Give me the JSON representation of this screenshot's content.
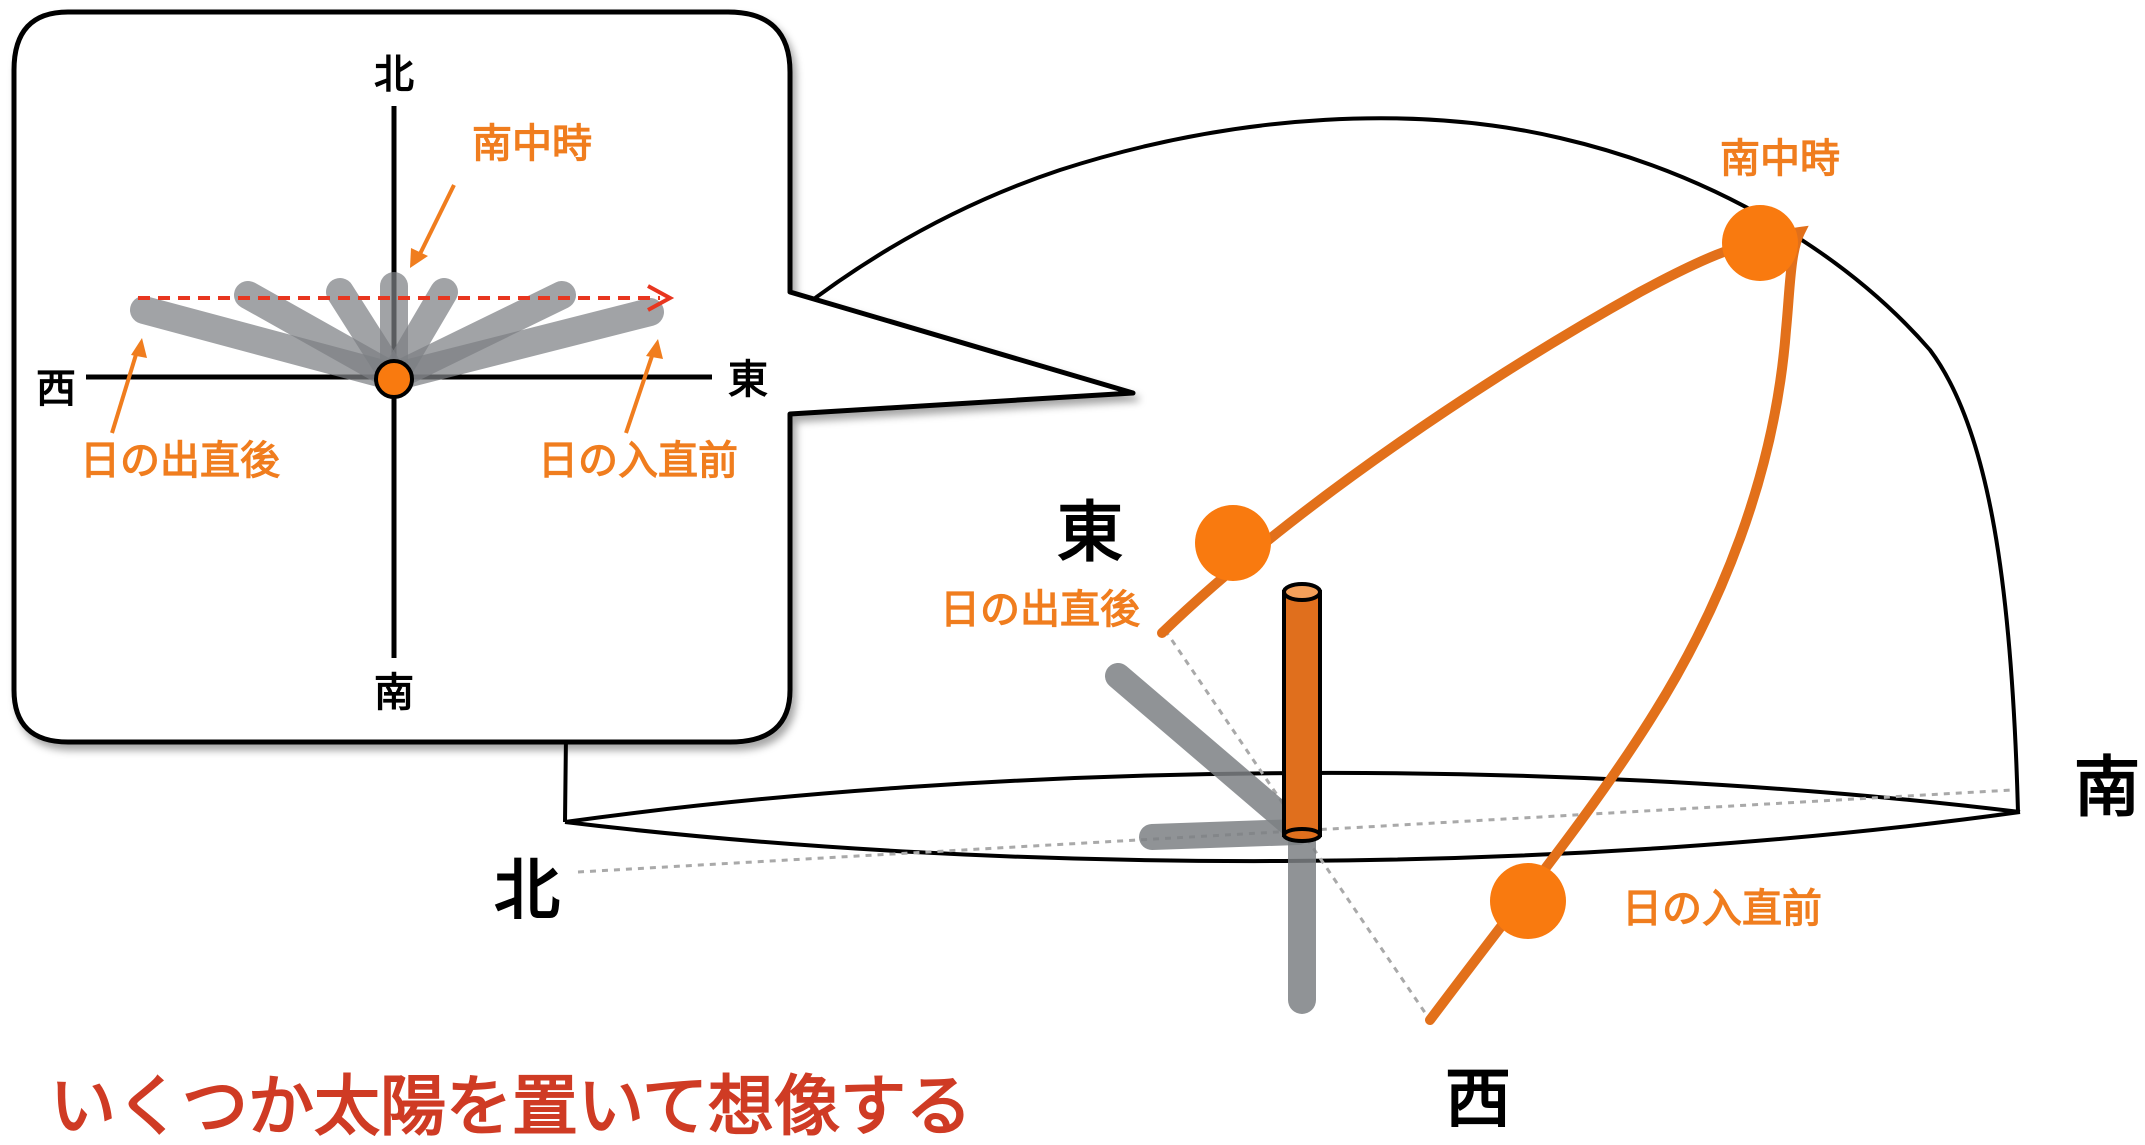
{
  "inset": {
    "north": "北",
    "south": "南",
    "east": "東",
    "west": "西",
    "noon_label": "南中時",
    "after_sunrise_label": "日の出直後",
    "before_sunset_label": "日の入直前"
  },
  "dome": {
    "north": "北",
    "south": "南",
    "east": "東",
    "west": "西",
    "noon_label": "南中時",
    "after_sunrise_label": "日の出直後",
    "before_sunset_label": "日の入直前"
  },
  "caption": "いくつか太陽を置いて想像する",
  "colors": {
    "sun": "#f97a0f",
    "sun_path": "#e2701a",
    "shadow": "#7d8084",
    "dashed_arrow": "#e8361f",
    "pole": "#e06f1d",
    "caption": "#cf3b24",
    "label": "#f07d1e"
  }
}
